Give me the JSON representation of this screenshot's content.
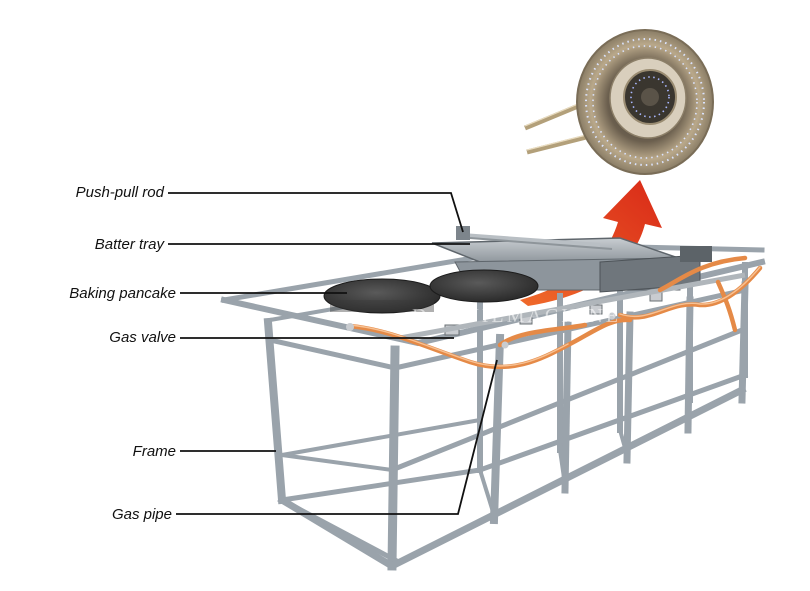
{
  "labels": {
    "push_pull_rod": "Push-pull rod",
    "batter_tray": "Batter tray",
    "baking_pancake": "Baking pancake",
    "gas_valve": "Gas valve",
    "frame": "Frame",
    "gas_pipe": "Gas pipe"
  },
  "watermark": "DAHUILMACHINE",
  "colors": {
    "arrow": "#e0431f",
    "hose": "#e58a47",
    "frame": "#9aa3ab",
    "pancake_plate": "#3a3a3a",
    "burner_metal": "#b9a88a"
  }
}
